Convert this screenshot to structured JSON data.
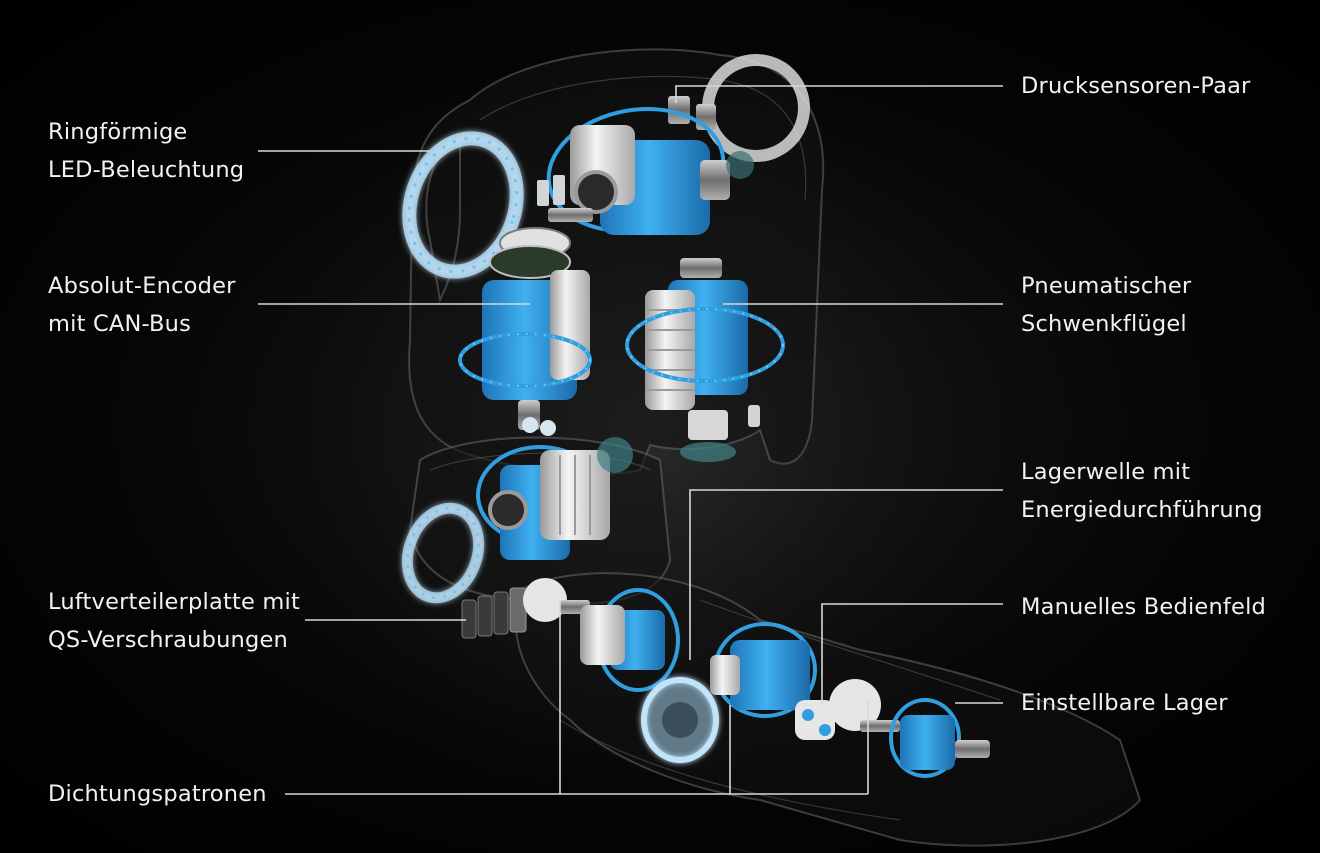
{
  "labels": {
    "ring_led": [
      "Ringförmige",
      "LED-Beleuchtung"
    ],
    "encoder": [
      "Absolut-Encoder",
      "mit CAN-Bus"
    ],
    "luftverteiler": [
      "Luftverteilerplatte mit",
      "QS-Verschraubungen"
    ],
    "dichtung": "Dichtungspatronen",
    "drucksensoren": "Drucksensoren-Paar",
    "pneumatisch": [
      "Pneumatischer",
      "Schwenkflügel"
    ],
    "lagerwelle": [
      "Lagerwelle mit",
      "Energiedurchführung"
    ],
    "bedienfeld": "Manuelles Bedienfeld",
    "einstellbar": "Einstellbare Lager"
  },
  "colors": {
    "background": "#000000",
    "label_text": "#f2f2f2",
    "leader_line": "#d8d8d8",
    "actuator_blue": "#2f9fe0",
    "ring_glow": "#6fc3f5",
    "housing_outline": "#7a7a7a",
    "part_white": "#e8e8e8",
    "metal_grey": "#8e8e8e"
  },
  "icons": {
    "illustration": "exploded-robot-arm-illustration"
  }
}
